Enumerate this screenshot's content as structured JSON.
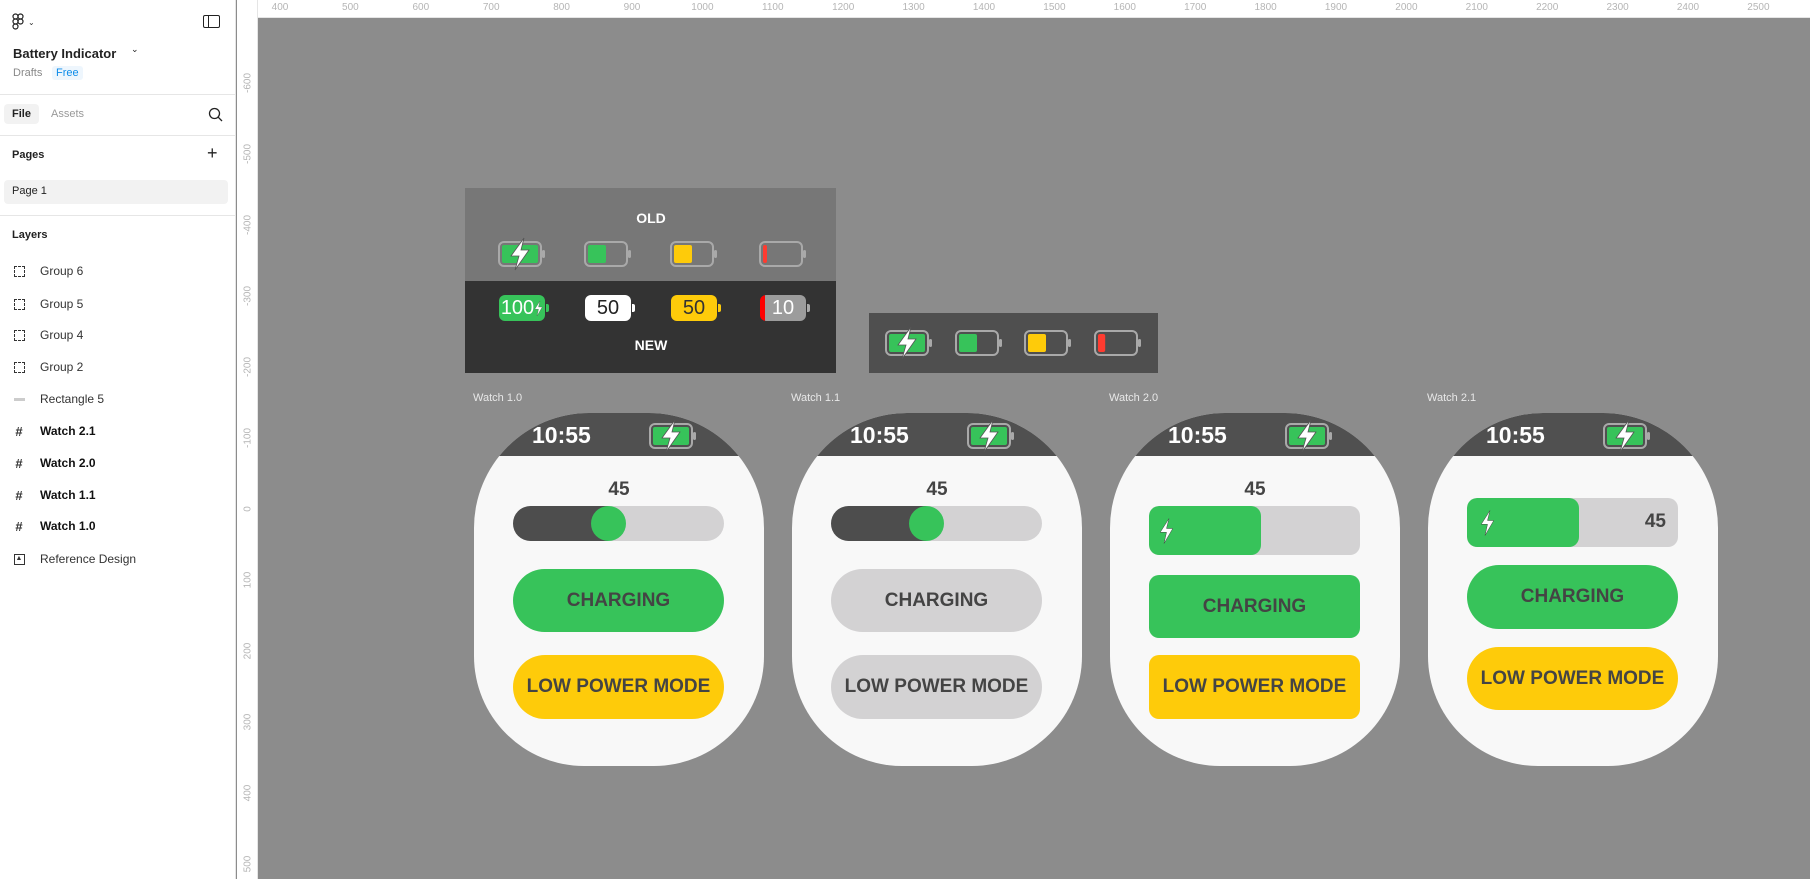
{
  "sidebar": {
    "file_title": "Battery Indicator",
    "location": "Drafts",
    "plan_badge": "Free",
    "tabs": {
      "file": "File",
      "assets": "Assets"
    },
    "pages_heading": "Pages",
    "pages": [
      "Page 1"
    ],
    "layers_heading": "Layers",
    "layers": [
      {
        "label": "Group 6",
        "icon": "group-icon",
        "bold": false
      },
      {
        "label": "Group 5",
        "icon": "group-icon",
        "bold": false
      },
      {
        "label": "Group 4",
        "icon": "group-icon",
        "bold": false
      },
      {
        "label": "Group 2",
        "icon": "group-icon",
        "bold": false
      },
      {
        "label": "Rectangle 5",
        "icon": "rectangle-icon",
        "bold": false
      },
      {
        "label": "Watch 2.1",
        "icon": "frame-icon",
        "bold": true
      },
      {
        "label": "Watch 2.0",
        "icon": "frame-icon",
        "bold": true
      },
      {
        "label": "Watch 1.1",
        "icon": "frame-icon",
        "bold": true
      },
      {
        "label": "Watch 1.0",
        "icon": "frame-icon",
        "bold": true
      },
      {
        "label": "Reference Design",
        "icon": "image-icon",
        "bold": false
      }
    ]
  },
  "rulers": {
    "top": [
      "400",
      "500",
      "600",
      "700",
      "800",
      "900",
      "1000",
      "1100",
      "1200",
      "1300",
      "1400",
      "1500",
      "1600",
      "1700",
      "1800",
      "1900",
      "2000",
      "2100",
      "2200",
      "2300",
      "2400",
      "2500"
    ],
    "left": [
      "-600",
      "-500",
      "-400",
      "-300",
      "-200",
      "-100",
      "0",
      "100",
      "200",
      "300",
      "400",
      "500"
    ]
  },
  "colors": {
    "green": "#37c35a",
    "yellow": "#fecb0a",
    "red": "#ff3b30",
    "gray": "#d3d2d3",
    "dark": "#505050"
  },
  "reference": {
    "old_label": "OLD",
    "new_label": "NEW",
    "old_levels": [
      {
        "level": 1.0,
        "color": "green",
        "charging": true
      },
      {
        "level": 0.5,
        "color": "green",
        "charging": false
      },
      {
        "level": 0.5,
        "color": "yellow",
        "charging": false
      },
      {
        "level": 0.1,
        "color": "red",
        "charging": false
      }
    ],
    "new_batteries": [
      {
        "text": "100",
        "bolt": true,
        "style": "green"
      },
      {
        "text": "50",
        "bolt": false,
        "style": "white"
      },
      {
        "text": "50",
        "bolt": false,
        "style": "yellow"
      },
      {
        "text": "10",
        "bolt": false,
        "style": "low"
      }
    ],
    "alt_levels": [
      {
        "level": 1.0,
        "color": "green",
        "charging": true
      },
      {
        "level": 0.5,
        "color": "green",
        "charging": false
      },
      {
        "level": 0.5,
        "color": "yellow",
        "charging": false
      },
      {
        "level": 0.2,
        "color": "red",
        "charging": false
      }
    ]
  },
  "watches": [
    {
      "name": "Watch 1.0",
      "time": "10:55",
      "battery_level": 45,
      "charging_label": "CHARGING",
      "low_power_label": "LOW POWER MODE",
      "variant": "slider",
      "buttons_active": true
    },
    {
      "name": "Watch 1.1",
      "time": "10:55",
      "battery_level": 45,
      "charging_label": "CHARGING",
      "low_power_label": "LOW POWER MODE",
      "variant": "slider",
      "buttons_active": false
    },
    {
      "name": "Watch 2.0",
      "time": "10:55",
      "battery_level": 45,
      "charging_label": "CHARGING",
      "low_power_label": "LOW POWER MODE",
      "variant": "bar",
      "buttons_active": true
    },
    {
      "name": "Watch 2.1",
      "time": "10:55",
      "battery_level": 45,
      "charging_label": "CHARGING",
      "low_power_label": "LOW POWER MODE",
      "variant": "bar-inline",
      "buttons_active": true
    }
  ]
}
